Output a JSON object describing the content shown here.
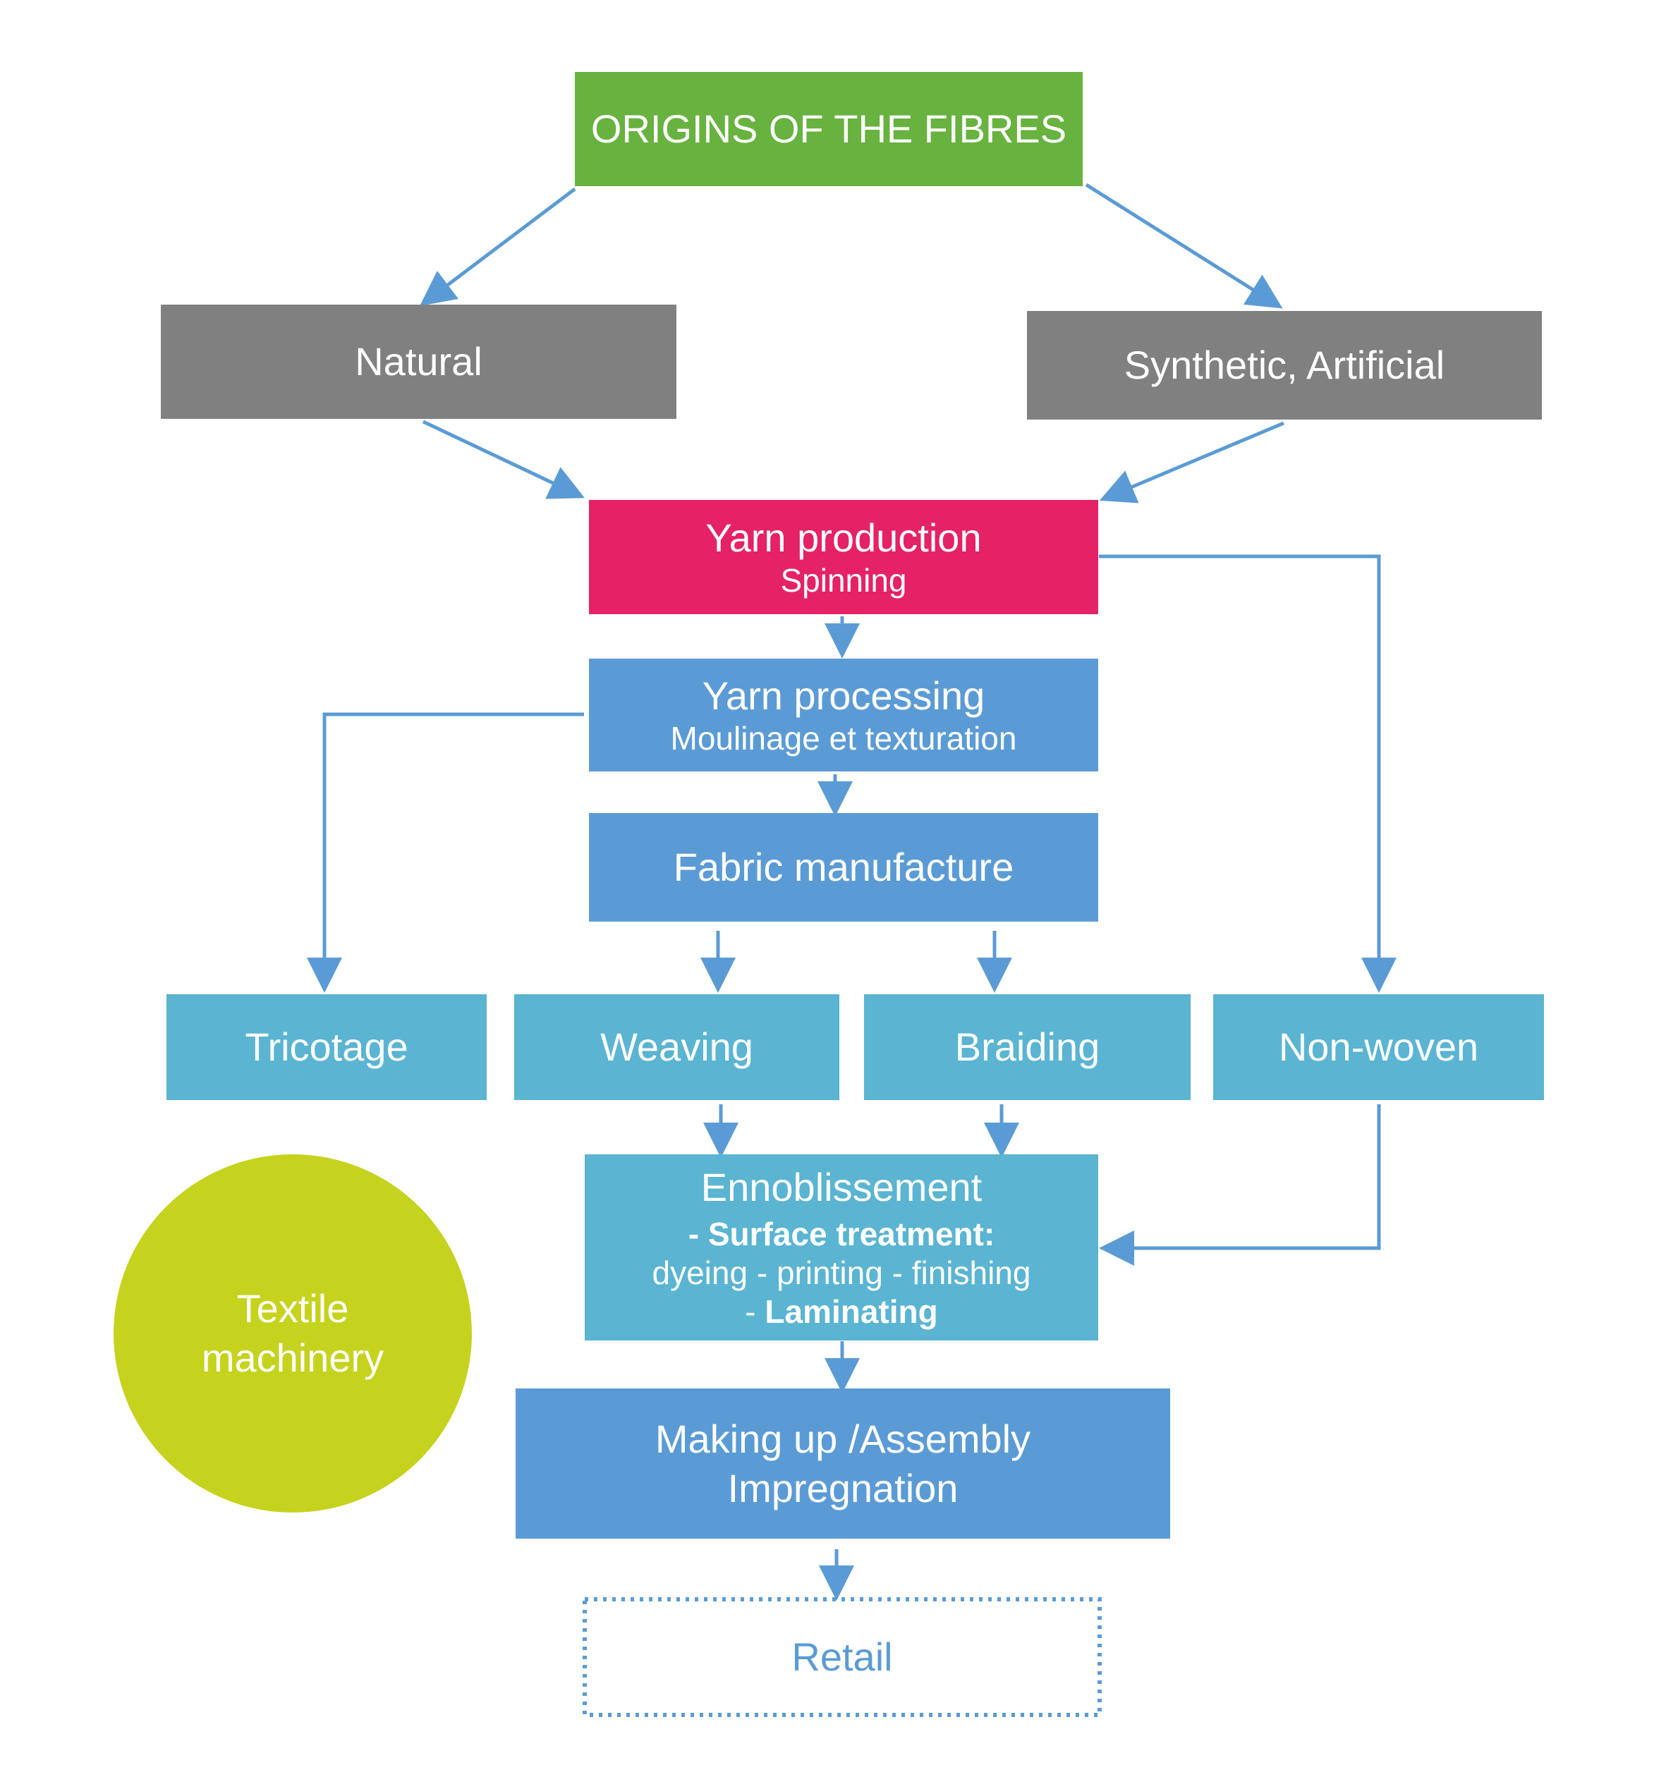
{
  "diagram": {
    "origins": {
      "label": "ORIGINS OF THE FIBRES"
    },
    "natural": {
      "label": "Natural"
    },
    "synthetic": {
      "label": "Synthetic, Artificial"
    },
    "yarn_production": {
      "title": "Yarn production",
      "subtitle": "Spinning"
    },
    "yarn_processing": {
      "title": "Yarn processing",
      "subtitle": "Moulinage et texturation"
    },
    "fabric_manufacture": {
      "label": "Fabric manufacture"
    },
    "tricotage": {
      "label": "Tricotage"
    },
    "weaving": {
      "label": "Weaving"
    },
    "braiding": {
      "label": "Braiding"
    },
    "non_woven": {
      "label": "Non-woven"
    },
    "ennoblissement": {
      "title": "Ennoblissement",
      "line1": "- Surface treatment:",
      "line2": "dyeing - printing - finishing",
      "line3_prefix": "- ",
      "line3_bold": "Laminating"
    },
    "making_up": {
      "line1": "Making up /Assembly",
      "line2": "Impregnation"
    },
    "retail": {
      "label": "Retail"
    },
    "textile_machinery": {
      "line1": "Textile",
      "line2": "machinery"
    }
  },
  "colors": {
    "origins_green": "#68b23f",
    "gray": "#808080",
    "magenta": "#e52265",
    "blue": "#5b9bd5",
    "cyan": "#5ab4d2",
    "lime": "#c5d31f",
    "arrow": "#5b9bd5"
  }
}
